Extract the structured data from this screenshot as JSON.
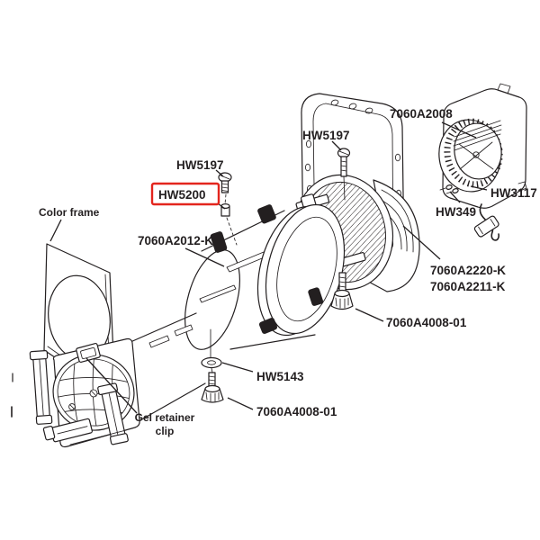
{
  "diagram": {
    "kind": "exploded-parts-diagram",
    "subject": "ellipsoidal-spotlight-fixture",
    "background_color": "#ffffff",
    "line_color": "#231f20",
    "highlight_color": "#e3251d",
    "highlighted_part": "HW5200",
    "labels": {
      "color_frame": "Color frame",
      "hw5197_a": "HW5197",
      "hw5200": "HW5200",
      "part_7060a2012k": "7060A2012-K",
      "hw5197_b": "HW5197",
      "part_7060a2008": "7060A2008",
      "hw3117": "HW3117",
      "hw349": "HW349",
      "part_7060a2220k": "7060A2220-K",
      "part_7060a2211k": "7060A2211-K",
      "part_7060a4008_01_a": "7060A4008-01",
      "hw5143": "HW5143",
      "part_7060a4008_01_b": "7060A4008-01",
      "gel_retainer_line1": "Gel retainer",
      "gel_retainer_line2": "clip"
    }
  }
}
